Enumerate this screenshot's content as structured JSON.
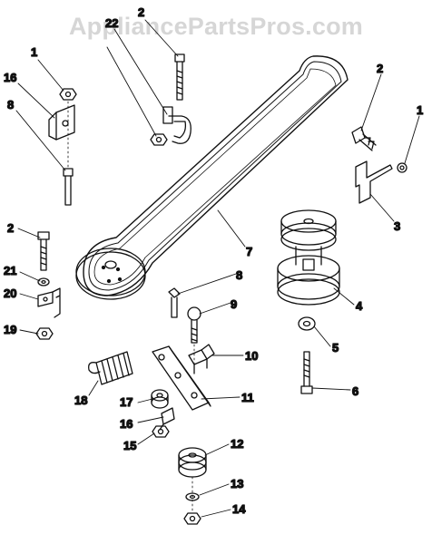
{
  "watermark": "AppliancePartsPros.com",
  "callouts": [
    {
      "id": "c-2-top",
      "label": "2"
    },
    {
      "id": "c-22",
      "label": "22"
    },
    {
      "id": "c-1-left",
      "label": "1"
    },
    {
      "id": "c-16-top",
      "label": "16"
    },
    {
      "id": "c-8-left",
      "label": "8"
    },
    {
      "id": "c-2-right",
      "label": "2"
    },
    {
      "id": "c-1-right",
      "label": "1"
    },
    {
      "id": "c-3",
      "label": "3"
    },
    {
      "id": "c-7",
      "label": "7"
    },
    {
      "id": "c-2-left",
      "label": "2"
    },
    {
      "id": "c-21",
      "label": "21"
    },
    {
      "id": "c-20",
      "label": "20"
    },
    {
      "id": "c-19",
      "label": "19"
    },
    {
      "id": "c-8-mid",
      "label": "8"
    },
    {
      "id": "c-9",
      "label": "9"
    },
    {
      "id": "c-4",
      "label": "4"
    },
    {
      "id": "c-5",
      "label": "5"
    },
    {
      "id": "c-10",
      "label": "10"
    },
    {
      "id": "c-18",
      "label": "18"
    },
    {
      "id": "c-11",
      "label": "11"
    },
    {
      "id": "c-17",
      "label": "17"
    },
    {
      "id": "c-16-bottom",
      "label": "16"
    },
    {
      "id": "c-6",
      "label": "6"
    },
    {
      "id": "c-15",
      "label": "15"
    },
    {
      "id": "c-12",
      "label": "12"
    },
    {
      "id": "c-13",
      "label": "13"
    },
    {
      "id": "c-14",
      "label": "14"
    }
  ]
}
